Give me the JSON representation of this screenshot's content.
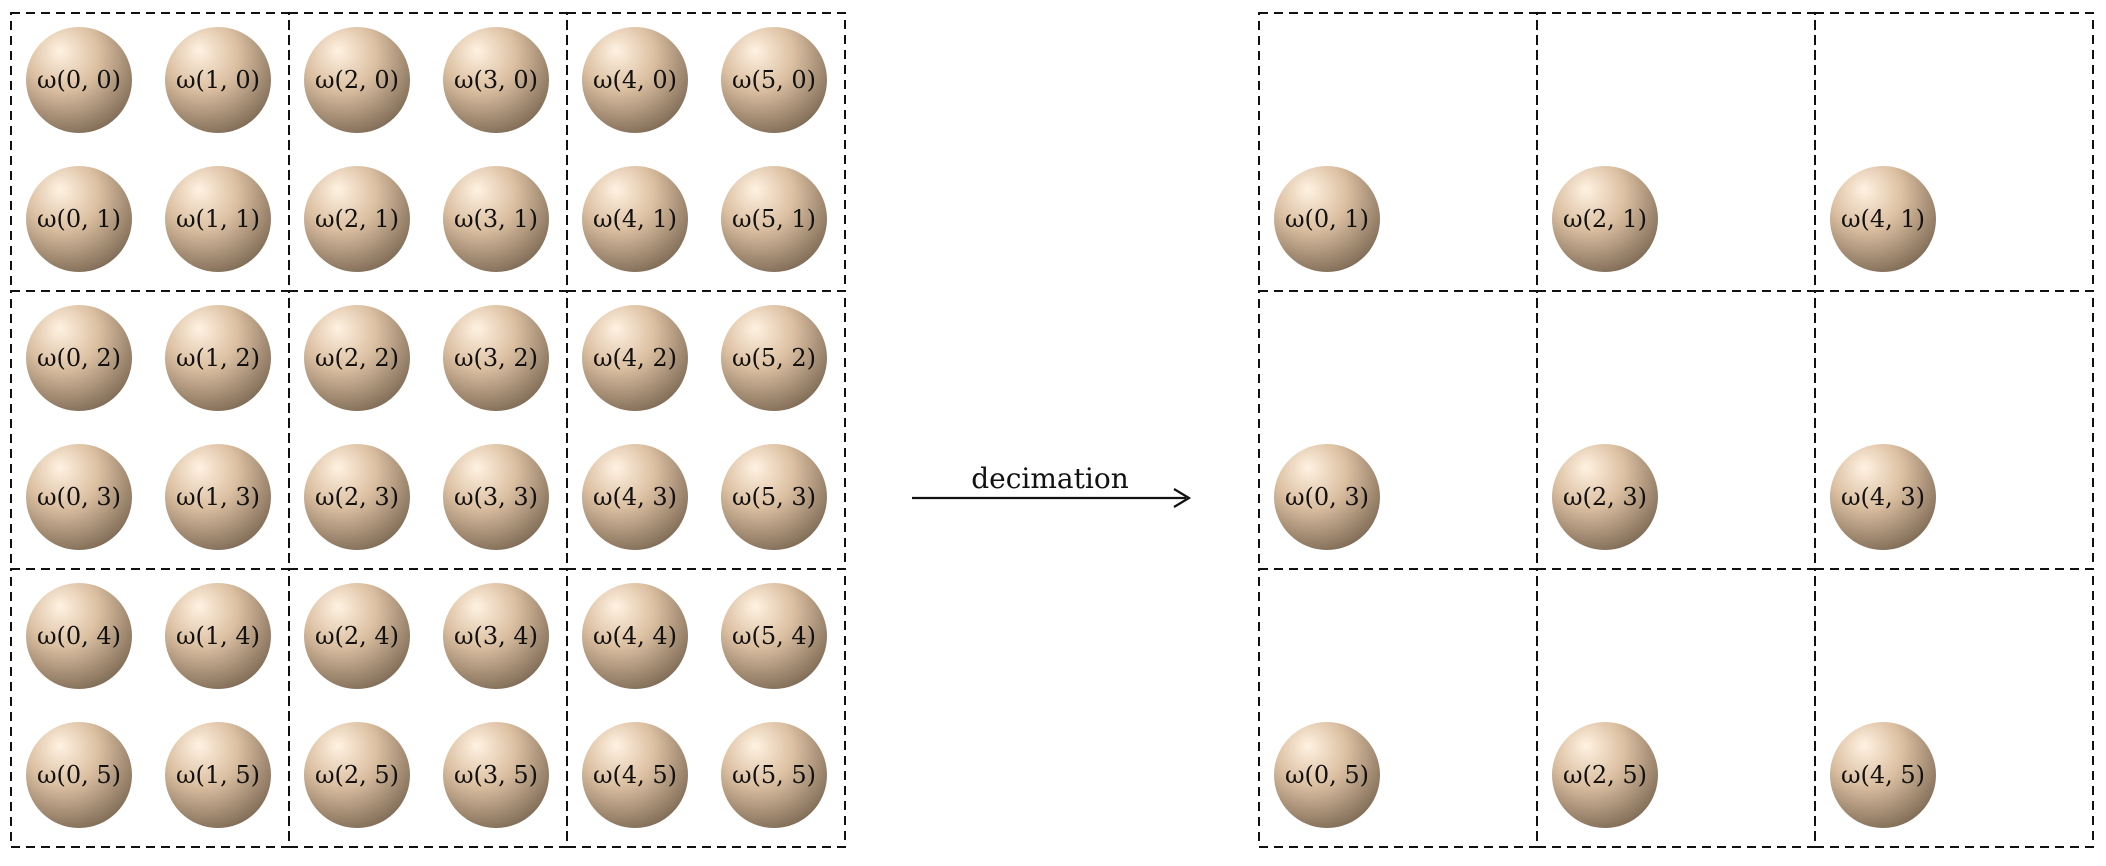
{
  "left_lattice": {
    "cells": [
      {
        "label": "ω(0, 0)"
      },
      {
        "label": "ω(1, 0)"
      },
      {
        "label": "ω(2, 0)"
      },
      {
        "label": "ω(3, 0)"
      },
      {
        "label": "ω(4, 0)"
      },
      {
        "label": "ω(5, 0)"
      },
      {
        "label": "ω(0, 1)"
      },
      {
        "label": "ω(1, 1)"
      },
      {
        "label": "ω(2, 1)"
      },
      {
        "label": "ω(3, 1)"
      },
      {
        "label": "ω(4, 1)"
      },
      {
        "label": "ω(5, 1)"
      },
      {
        "label": "ω(0, 2)"
      },
      {
        "label": "ω(1, 2)"
      },
      {
        "label": "ω(2, 2)"
      },
      {
        "label": "ω(3, 2)"
      },
      {
        "label": "ω(4, 2)"
      },
      {
        "label": "ω(5, 2)"
      },
      {
        "label": "ω(0, 3)"
      },
      {
        "label": "ω(1, 3)"
      },
      {
        "label": "ω(2, 3)"
      },
      {
        "label": "ω(3, 3)"
      },
      {
        "label": "ω(4, 3)"
      },
      {
        "label": "ω(5, 3)"
      },
      {
        "label": "ω(0, 4)"
      },
      {
        "label": "ω(1, 4)"
      },
      {
        "label": "ω(2, 4)"
      },
      {
        "label": "ω(3, 4)"
      },
      {
        "label": "ω(4, 4)"
      },
      {
        "label": "ω(5, 4)"
      },
      {
        "label": "ω(0, 5)"
      },
      {
        "label": "ω(1, 5)"
      },
      {
        "label": "ω(2, 5)"
      },
      {
        "label": "ω(3, 5)"
      },
      {
        "label": "ω(4, 5)"
      },
      {
        "label": "ω(5, 5)"
      }
    ]
  },
  "right_lattice": {
    "cells": [
      {
        "label": "ω(0, 1)"
      },
      {
        "label": "ω(2, 1)"
      },
      {
        "label": "ω(4, 1)"
      },
      {
        "label": "ω(0, 3)"
      },
      {
        "label": "ω(2, 3)"
      },
      {
        "label": "ω(4, 3)"
      },
      {
        "label": "ω(0, 5)"
      },
      {
        "label": "ω(2, 5)"
      },
      {
        "label": "ω(4, 5)"
      }
    ]
  },
  "arrow": {
    "label": "decimation"
  },
  "colors": {
    "ball_highlight": "#fff2e2",
    "ball_mid": "#dcc0a2",
    "ball_shadow": "#7e6a55",
    "line": "#111111"
  }
}
